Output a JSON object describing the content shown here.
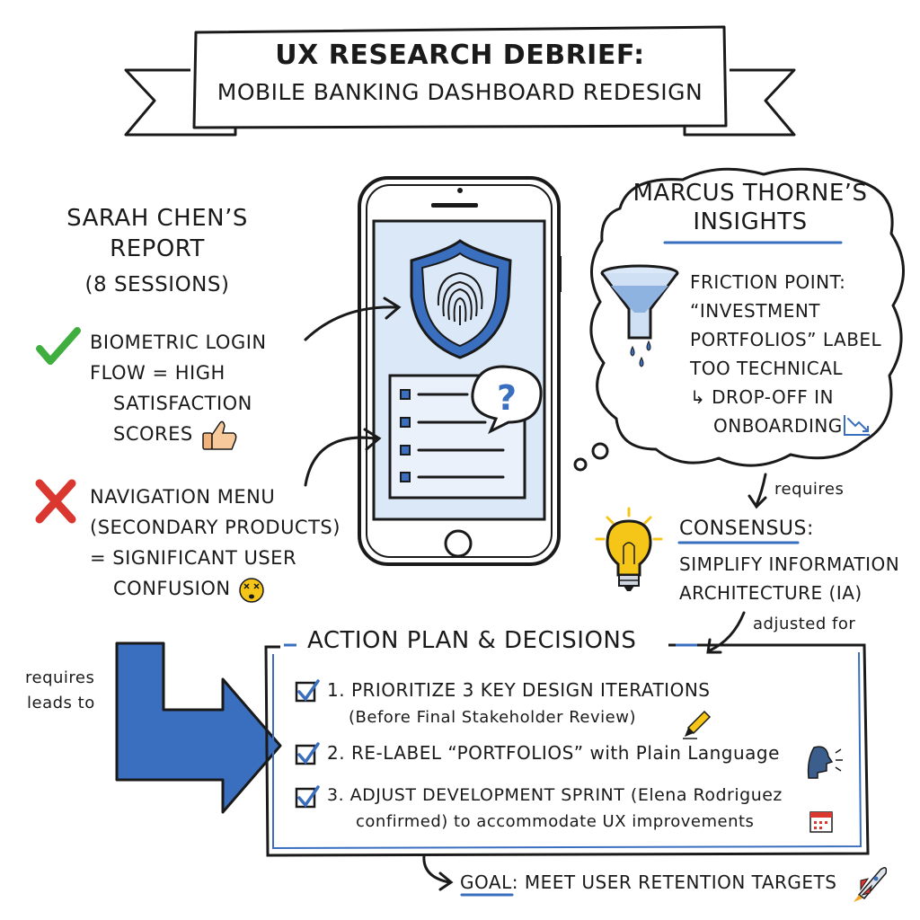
{
  "title": {
    "line1": "UX RESEARCH DEBRIEF:",
    "line2": "MOBILE BANKING DASHBOARD REDESIGN"
  },
  "sarah": {
    "heading_line1": "SARAH CHEN’S",
    "heading_line2": "REPORT",
    "sessions": "(8 SESSIONS)",
    "positive": [
      "BIOMETRIC LOGIN",
      "FLOW = HIGH",
      "SATISFACTION",
      "SCORES"
    ],
    "negative": [
      "NAVIGATION MENU",
      "(SECONDARY PRODUCTS)",
      "= SIGNIFICANT USER",
      "CONFUSION"
    ]
  },
  "marcus": {
    "heading_line1": "MARCUS THORNE’S",
    "heading_line2": "INSIGHTS",
    "lines": [
      "FRICTION POINT:",
      "“INVESTMENT",
      "PORTFOLIOS” LABEL",
      "TOO TECHNICAL",
      "↳ DROP-OFF IN",
      "ONBOARDING"
    ]
  },
  "connectors": {
    "requires_top": "requires",
    "adjusted_for": "adjusted for",
    "requires_left": "requires",
    "leads_to": "leads to"
  },
  "consensus": {
    "label": "CONSENSUS:",
    "line1": "SIMPLIFY INFORMATION",
    "line2": "ARCHITECTURE (IA)"
  },
  "action_plan": {
    "title": "ACTION PLAN & DECISIONS",
    "item1_line1": "1. PRIORITIZE 3 KEY DESIGN ITERATIONS",
    "item1_line2": "(Before Final Stakeholder Review)",
    "item2": "2. RE-LABEL “PORTFOLIOS” with Plain Language",
    "item3_line1": "3. ADJUST DEVELOPMENT SPRINT (Elena Rodriguez",
    "item3_line2": "confirmed) to accommodate UX improvements"
  },
  "goal": {
    "label": "GOAL:",
    "text": "MEET USER RETENTION TARGETS"
  },
  "colors": {
    "accent_blue": "#3a6fc0",
    "check_green": "#3fae3f",
    "cross_red": "#d9372f",
    "bulb_yellow": "#f5c518"
  },
  "icons": [
    "shield-fingerprint-icon",
    "question-bubble-icon",
    "funnel-icon",
    "lightbulb-icon",
    "check-icon",
    "cross-icon",
    "thumbs-up-icon",
    "dizzy-face-icon",
    "chart-down-icon",
    "pencil-icon",
    "speaking-head-icon",
    "calendar-icon",
    "rocket-icon",
    "checkbox-icon"
  ]
}
